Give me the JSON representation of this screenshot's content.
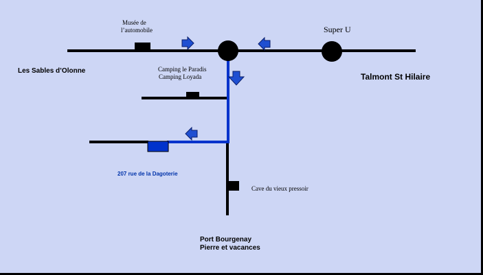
{
  "map": {
    "colors": {
      "background": "#cdd6f5",
      "road": "#000000",
      "route": "#0033cc",
      "arrow": "#1f4fd1",
      "route_label": "#0033aa"
    },
    "labels": {
      "musee_line1": "Musée de",
      "musee_line2": "l’automobile",
      "super_u": "Super U",
      "les_sables": "Les Sables d’Olonne",
      "talmont": "Talmont St Hilaire",
      "camping_line1": "Camping le Paradis",
      "camping_line2": "Camping Loyada",
      "address": "207 rue de la Dagoterie",
      "cave": "Cave du vieux pressoir",
      "port_line1": "Port Bourgenay",
      "port_line2": "Pierre et vacances"
    },
    "icons": {
      "arrow": "arrow-icon",
      "roundabout": "roundabout-icon",
      "building": "building-marker-icon"
    }
  }
}
